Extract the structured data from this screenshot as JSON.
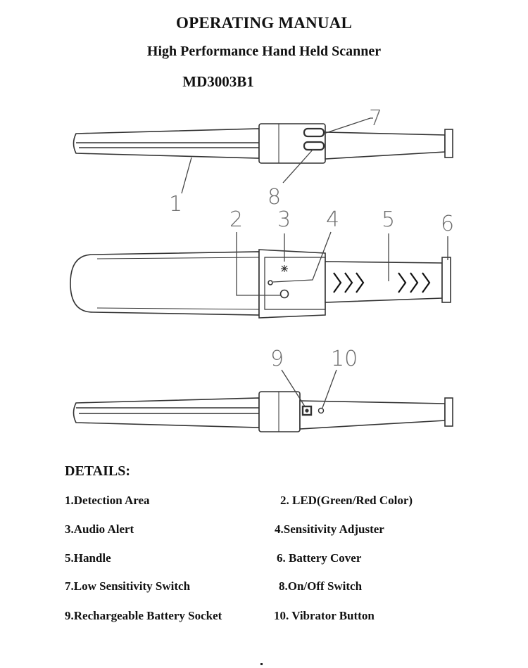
{
  "header": {
    "title": "OPERATING MANUAL",
    "subtitle": "High Performance Hand Held Scanner",
    "model": "MD3003B1"
  },
  "figure": {
    "callouts": [
      "1",
      "2",
      "3",
      "4",
      "5",
      "6",
      "7",
      "8",
      "9",
      "10"
    ]
  },
  "details": {
    "heading": "DETAILS:",
    "items": [
      "1.Detection Area",
      "2. LED(Green/Red Color)",
      "3.Audio Alert",
      "4.Sensitivity Adjuster",
      "5.Handle",
      "6. Battery Cover",
      "7.Low Sensitivity Switch",
      "8.On/Off Switch",
      "9.Rechargeable Battery Socket",
      "10. Vibrator Button"
    ]
  }
}
